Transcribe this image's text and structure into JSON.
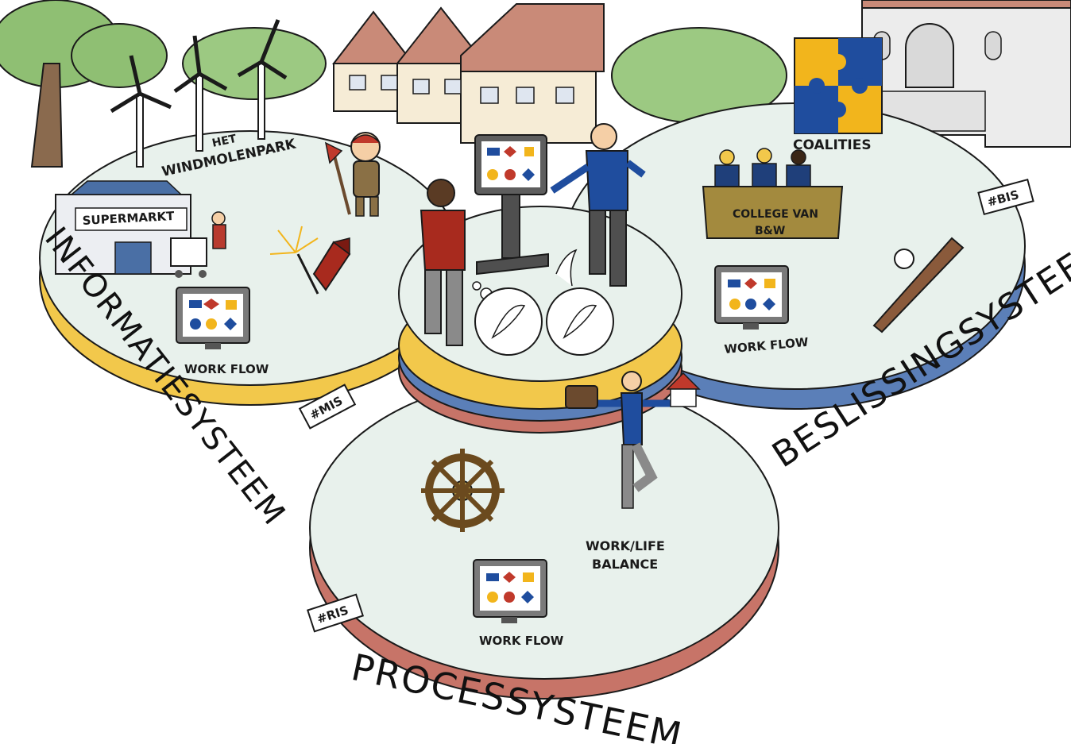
{
  "colors": {
    "platform_top": "#e8f1ec",
    "outline": "#1a1a1a",
    "yellow_band": "#f2c84b",
    "blue_band": "#5b7fb8",
    "red_band": "#c77468",
    "roof": "#c98a78",
    "house_wall": "#f6ecd6",
    "tree": "#8fbf73",
    "puzzle_yellow": "#f2b51c",
    "puzzle_blue": "#1f4d9e"
  },
  "systems": {
    "informatie": {
      "title": "INFORMATIESYSTEEM",
      "tag": "#MIS"
    },
    "beslissing": {
      "title": "BESLISSINGSYSTEEM",
      "tag": "#BIS"
    },
    "proces": {
      "title": "PROCESSYSTEEM",
      "tag": "#RIS"
    }
  },
  "labels": {
    "windmolenpark_1": "HET",
    "windmolenpark_2": "WINDMOLENPARK",
    "supermarkt": "SUPERMARKT",
    "coalities": "COALITIES",
    "college_1": "COLLEGE VAN",
    "college_2": "B&W",
    "workflow": "WORK FLOW",
    "worklife_1": "WORK/LIFE",
    "worklife_2": "BALANCE"
  }
}
